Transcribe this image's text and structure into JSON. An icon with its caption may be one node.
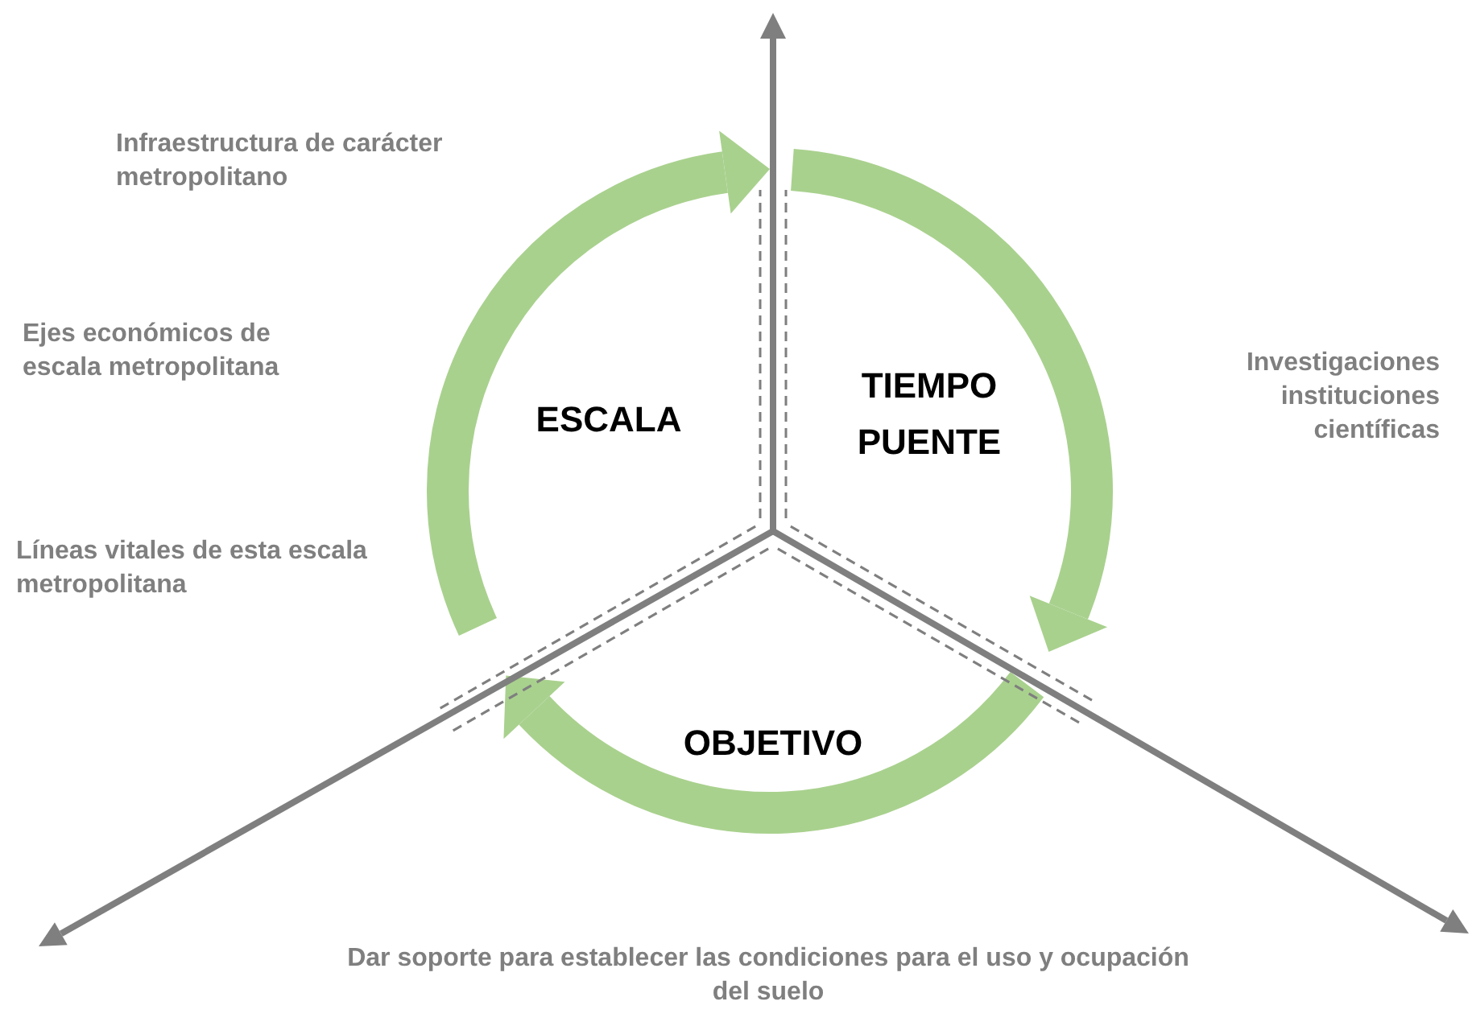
{
  "diagram": {
    "labels": [
      "Infraestructura de carácter metropolitano",
      "Ejes económicos de escala metropolitana",
      "Investigaciones instituciones científicas",
      "ESCALA",
      "TIEMPO PUENTE",
      "Líneas vitales de esta escala metropolitana",
      "OBJETIVO",
      "Dar soporte para establecer las condiciones para el uso y ocupación del suelo"
    ]
  }
}
